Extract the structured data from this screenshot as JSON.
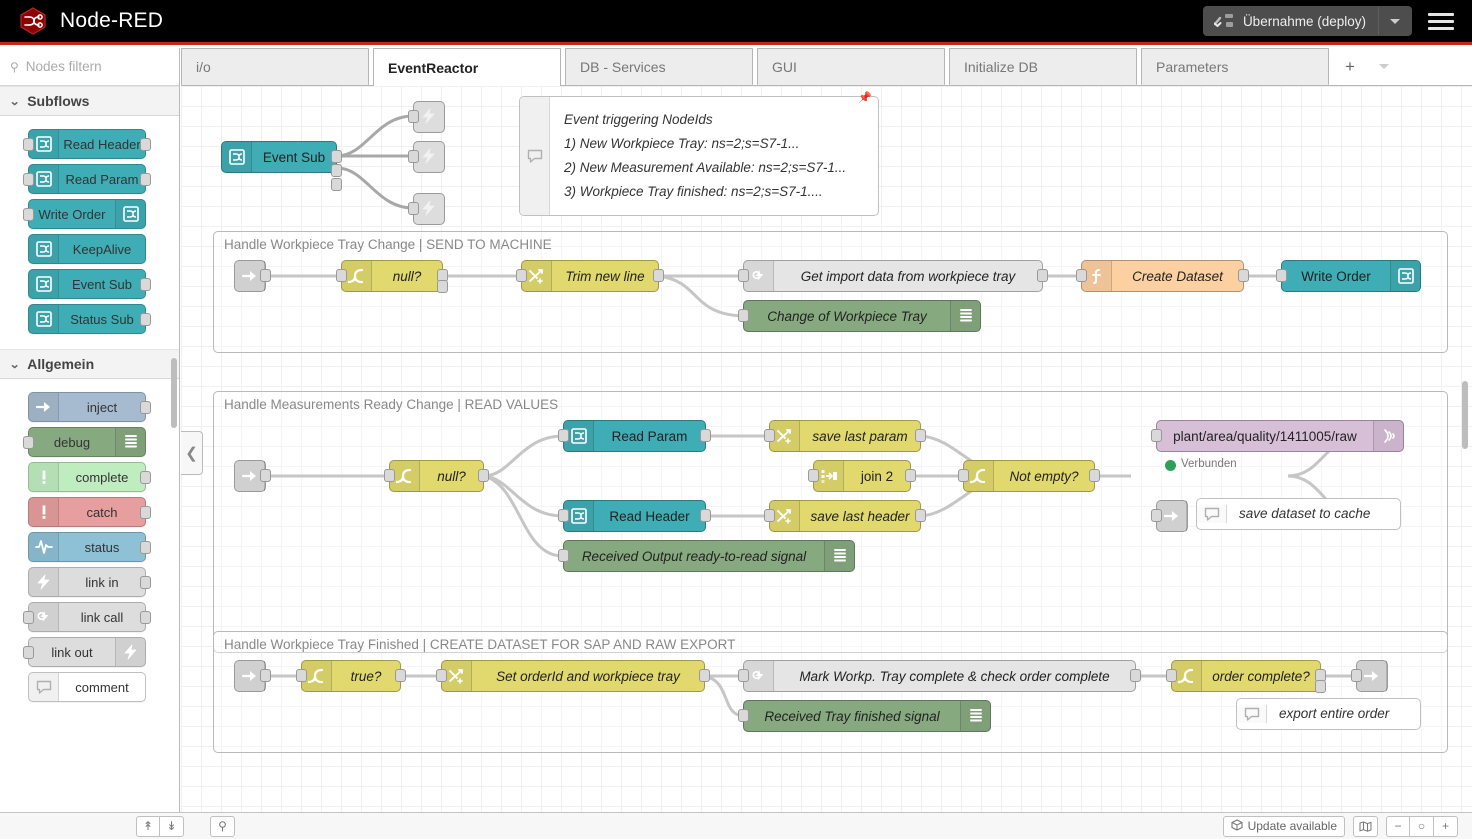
{
  "header": {
    "brand": "Node-RED",
    "logo_icon": "node-red-logo-icon",
    "deploy_label": "Übernahme (deploy)",
    "deploy_icon": "deploy-icon",
    "deploy_caret_icon": "chevron-down-icon",
    "menu_icon": "hamburger-menu-icon"
  },
  "palette": {
    "search_placeholder": "Nodes filtern",
    "search_value": "",
    "search_icon": "search-icon",
    "categories": [
      {
        "name": "Subflows",
        "chevron": "chevron-down-icon",
        "nodes": [
          {
            "label": "Read Header",
            "icon": "subflow-icon",
            "icon_side": "left",
            "color": "#3fadb5",
            "ports": "both"
          },
          {
            "label": "Read Param",
            "icon": "subflow-icon",
            "icon_side": "left",
            "color": "#3fadb5",
            "ports": "both"
          },
          {
            "label": "Write Order",
            "icon": "subflow-icon",
            "icon_side": "right",
            "color": "#3fadb5",
            "ports": "in"
          },
          {
            "label": "KeepAlive",
            "icon": "subflow-icon",
            "icon_side": "left",
            "color": "#3fadb5",
            "ports": "none"
          },
          {
            "label": "Event Sub",
            "icon": "subflow-icon",
            "icon_side": "left",
            "color": "#3fadb5",
            "ports": "out"
          },
          {
            "label": "Status Sub",
            "icon": "subflow-icon",
            "icon_side": "left",
            "color": "#3fadb5",
            "ports": "out"
          }
        ]
      },
      {
        "name": "Allgemein",
        "chevron": "chevron-down-icon",
        "nodes": [
          {
            "label": "inject",
            "icon": "inject-arrow-icon",
            "icon_side": "left",
            "color": "#a6bbcf",
            "ports": "out"
          },
          {
            "label": "debug",
            "icon": "debug-lines-icon",
            "icon_side": "right",
            "color": "#87a980",
            "ports": "in"
          },
          {
            "label": "complete",
            "icon": "exclamation-icon",
            "icon_side": "left",
            "color": "#c0edc0",
            "ports": "out"
          },
          {
            "label": "catch",
            "icon": "exclamation-icon",
            "icon_side": "left",
            "color": "#e79e9e",
            "ports": "out"
          },
          {
            "label": "status",
            "icon": "pulse-wave-icon",
            "icon_side": "left",
            "color": "#8fc1d6",
            "ports": "out"
          },
          {
            "label": "link in",
            "icon": "link-icon",
            "icon_side": "left",
            "color": "#dddddd",
            "ports": "out"
          },
          {
            "label": "link call",
            "icon": "link-call-icon",
            "icon_side": "left",
            "color": "#dddddd",
            "ports": "both"
          },
          {
            "label": "link out",
            "icon": "link-icon",
            "icon_side": "right",
            "color": "#dddddd",
            "ports": "in"
          },
          {
            "label": "comment",
            "icon": "comment-bubble-icon",
            "icon_side": "left",
            "color": "#ffffff",
            "ports": "none"
          }
        ]
      }
    ]
  },
  "tabs": {
    "items": [
      {
        "label": "i/o",
        "active": false
      },
      {
        "label": "EventReactor",
        "active": true
      },
      {
        "label": "DB - Services",
        "active": false
      },
      {
        "label": "GUI",
        "active": false
      },
      {
        "label": "Initialize DB",
        "active": false
      },
      {
        "label": "Parameters",
        "active": false
      }
    ],
    "add_icon": "plus-icon",
    "more_icon": "chevron-down-icon"
  },
  "canvas": {
    "collapse_handle_icon": "chevron-left-icon",
    "top_flow": {
      "source_node": {
        "label": "Event Sub",
        "icon": "subflow-icon",
        "color": "#3fadb5"
      },
      "link_out_count": 3,
      "comment": {
        "icon": "comment-bubble-icon",
        "lines": [
          "Event triggering NodeIds",
          "1) New Workpiece Tray: ns=2;s=S7-1...",
          "2) New Measurement Available: ns=2;s=S7-1...",
          "3) Workpiece Tray finished: ns=2;s=S7-1...."
        ]
      }
    },
    "groups": [
      {
        "title": "Handle Workpiece Tray Change | SEND TO MACHINE",
        "nodes": [
          {
            "label": "",
            "icon": "link-in-icon",
            "color": "#dddddd",
            "type": "link-in"
          },
          {
            "label": "null?",
            "icon": "switch-icon",
            "color": "#e2d96e",
            "type": "switch"
          },
          {
            "label": "Trim new line",
            "icon": "change-icon",
            "color": "#e2d96e",
            "type": "change"
          },
          {
            "label": "Get import data from workpiece tray",
            "icon": "link-call-icon",
            "color": "#e5e5e5",
            "type": "link-call"
          },
          {
            "label": "Change of Workpiece Tray",
            "icon": "debug-lines-icon",
            "color": "#87a980",
            "type": "debug"
          },
          {
            "label": "Create Dataset",
            "icon": "function-icon",
            "color": "#fdd0a2",
            "type": "function"
          },
          {
            "label": "Write Order",
            "icon": "subflow-icon",
            "color": "#3fadb5",
            "type": "subflow"
          }
        ]
      },
      {
        "title": "Handle Measurements Ready Change | READ VALUES",
        "nodes": [
          {
            "label": "",
            "icon": "link-in-icon",
            "color": "#dddddd",
            "type": "link-in"
          },
          {
            "label": "null?",
            "icon": "switch-icon",
            "color": "#e2d96e",
            "type": "switch"
          },
          {
            "label": "Read Param",
            "icon": "subflow-icon",
            "color": "#3fadb5",
            "type": "subflow"
          },
          {
            "label": "Read Header",
            "icon": "subflow-icon",
            "color": "#3fadb5",
            "type": "subflow"
          },
          {
            "label": "Received Output ready-to-read signal",
            "icon": "debug-lines-icon",
            "color": "#87a980",
            "type": "debug"
          },
          {
            "label": "save last param",
            "icon": "change-icon",
            "color": "#e2d96e",
            "type": "change"
          },
          {
            "label": "save last header",
            "icon": "change-icon",
            "color": "#e2d96e",
            "type": "change"
          },
          {
            "label": "join 2",
            "icon": "join-icon",
            "color": "#e2d96e",
            "type": "join"
          },
          {
            "label": "Not empty?",
            "icon": "switch-icon",
            "color": "#e2d96e",
            "type": "switch"
          },
          {
            "label": "plant/area/quality/1411005/raw",
            "icon": "mqtt-icon",
            "color": "#d8bfd8",
            "type": "mqtt",
            "status": "Verbunden",
            "status_color": "#2ea05a"
          },
          {
            "label": "save dataset to cache",
            "icon": "comment-bubble-icon",
            "color": "#ffffff",
            "type": "comment"
          }
        ]
      },
      {
        "title": "Handle Workpiece Tray Finished | CREATE DATASET FOR SAP AND RAW EXPORT",
        "nodes": [
          {
            "label": "",
            "icon": "link-in-icon",
            "color": "#dddddd",
            "type": "link-in"
          },
          {
            "label": "true?",
            "icon": "switch-icon",
            "color": "#e2d96e",
            "type": "switch"
          },
          {
            "label": "Set orderId and workpiece tray",
            "icon": "change-icon",
            "color": "#e2d96e",
            "type": "change"
          },
          {
            "label": "Mark Workp. Tray complete & check order complete",
            "icon": "link-call-icon",
            "color": "#e5e5e5",
            "type": "link-call"
          },
          {
            "label": "Received Tray finished signal",
            "icon": "debug-lines-icon",
            "color": "#87a980",
            "type": "debug"
          },
          {
            "label": "order complete?",
            "icon": "switch-icon",
            "color": "#e2d96e",
            "type": "switch"
          },
          {
            "label": "export entire order",
            "icon": "comment-bubble-icon",
            "color": "#ffffff",
            "type": "comment"
          }
        ]
      }
    ]
  },
  "footer": {
    "collapse_all_icon": "chevrons-up-icon",
    "expand_all_icon": "chevrons-down-icon",
    "search_icon": "search-icon",
    "update_label": "Update available",
    "update_icon": "cube-icon",
    "map_icon": "navigator-map-icon",
    "zoom_out_label": "−",
    "zoom_reset_label": "○",
    "zoom_in_label": "+"
  }
}
